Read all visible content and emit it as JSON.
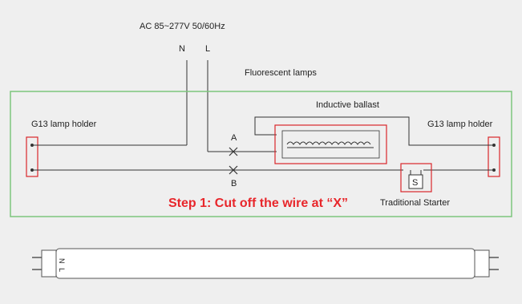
{
  "supply": {
    "label": "AC 85~277V  50/60Hz",
    "neutral": "N",
    "live": "L"
  },
  "lamp_section": {
    "title": "Fluorescent lamps"
  },
  "ballast": {
    "label": "Inductive ballast"
  },
  "holder_left": {
    "label": "G13 lamp holder"
  },
  "holder_right": {
    "label": "G13 lamp holder"
  },
  "cut_points": {
    "a": "A",
    "b": "B",
    "mark": "X"
  },
  "starter": {
    "label": "Traditional Starter",
    "symbol": "S"
  },
  "instruction": {
    "text": "Step 1: Cut off the wire at “X”"
  },
  "led_tube": {
    "end_labels": [
      "N",
      "L"
    ]
  },
  "colors": {
    "frame_green": "#7dc67d",
    "highlight_red": "#d9262b",
    "step_red": "#e8262b",
    "wire": "#333333"
  }
}
